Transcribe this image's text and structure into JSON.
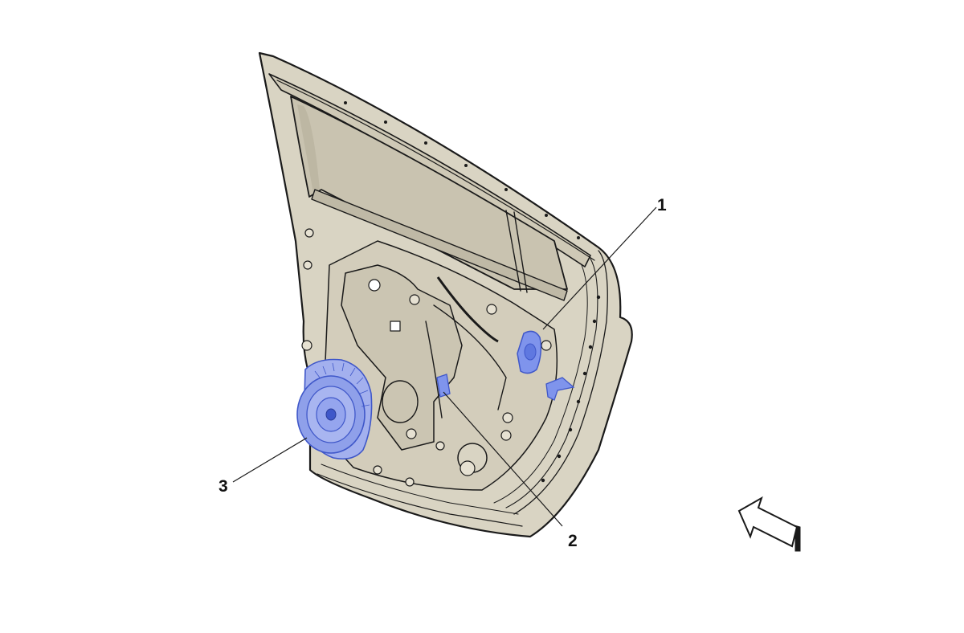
{
  "callouts": [
    {
      "id": "1",
      "label": "1"
    },
    {
      "id": "2",
      "label": "2"
    },
    {
      "id": "3",
      "label": "3"
    }
  ],
  "colors": {
    "door_panel": "#d9d4c3",
    "glass": "#c9c3b0",
    "highlight": "#7f94ec",
    "highlight_dark": "#3f57c9",
    "outline": "#1a1a1a",
    "background": "#ffffff"
  },
  "icons": {
    "direction_arrow": "view-direction-arrow-icon"
  }
}
